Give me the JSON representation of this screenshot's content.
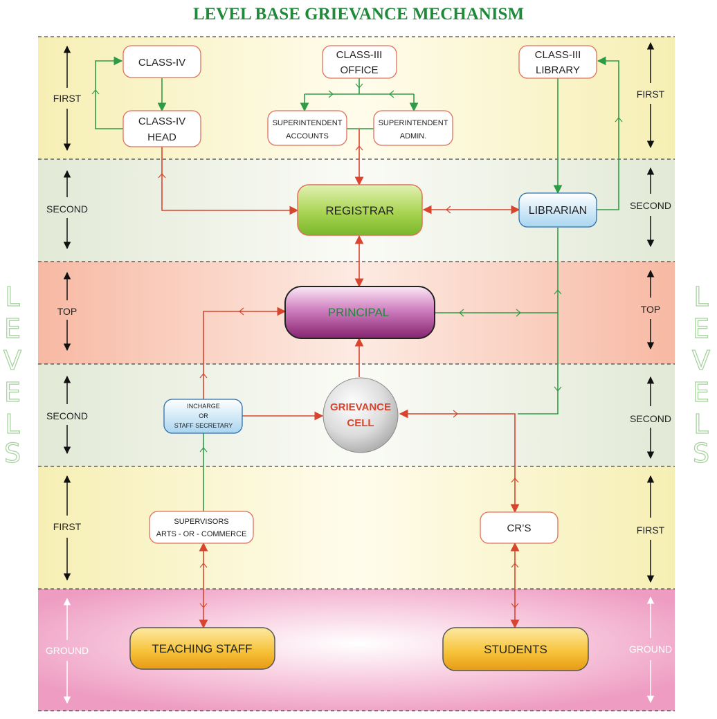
{
  "title": "LEVEL BASE GRIEVANCE MECHANISM",
  "side_label": [
    "L",
    "E",
    "V",
    "E",
    "L",
    "S"
  ],
  "level_labels": {
    "first": "FIRST",
    "second": "SECOND",
    "top": "TOP",
    "ground": "GROUND"
  },
  "nodes": {
    "class_iv": "CLASS-IV",
    "class_iv_head": [
      "CLASS-IV",
      "HEAD"
    ],
    "class_iii_office": [
      "CLASS-III",
      "OFFICE"
    ],
    "superintendent_accounts": [
      "SUPERINTENDENT",
      "ACCOUNTS"
    ],
    "superintendent_admin": [
      "SUPERINTENDENT",
      "ADMIN."
    ],
    "class_iii_library": [
      "CLASS-III",
      "LIBRARY"
    ],
    "registrar": "REGISTRAR",
    "librarian": "LIBRARIAN",
    "principal": "PRINCIPAL",
    "incharge": [
      "INCHARGE",
      "OR",
      "STAFF SECRETARY"
    ],
    "grievance_cell": [
      "GRIEVANCE",
      "CELL"
    ],
    "supervisors": [
      "SUPERVISORS",
      "ARTS - OR - COMMERCE"
    ],
    "crs": "CR’S",
    "teaching_staff": "TEACHING STAFF",
    "students": "STUDENTS"
  },
  "colors": {
    "title": "#1f8a3a",
    "green_line": "#2e9b46",
    "red_line": "#d8442e",
    "band_first": "#fbf6cc",
    "band_second": "#e8eddd",
    "band_top": "#f6c4b0",
    "band_ground": "#f2a7c9"
  }
}
